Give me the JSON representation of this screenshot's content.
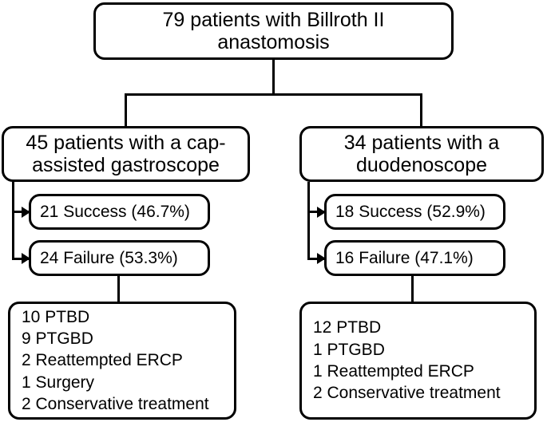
{
  "diagram": {
    "type": "flowchart",
    "title_node": "79 patients with Billroth II anastomosis",
    "root": {
      "label": "79 patients with Billroth II\nanastomosis",
      "count": 79
    },
    "branches": [
      {
        "id": "cap-assisted-gastroscope",
        "label": "45 patients with a cap-\nassisted gastroscope",
        "count": 45,
        "success": {
          "label": "21 Success (46.7%)",
          "count": 21,
          "percent": "46.7%"
        },
        "failure": {
          "label": "24 Failure (53.3%)",
          "count": 24,
          "percent": "53.3%"
        },
        "treatments": [
          "10 PTBD",
          "9 PTGBD",
          "2 Reattempted ERCP",
          "1 Surgery",
          "2 Conservative treatment"
        ]
      },
      {
        "id": "duodenoscope",
        "label": "34 patients with a\nduodenoscope",
        "count": 34,
        "success": {
          "label": "18 Success (52.9%)",
          "count": 18,
          "percent": "52.9%"
        },
        "failure": {
          "label": "16 Failure (47.1%)",
          "count": 16,
          "percent": "47.1%"
        },
        "treatments": [
          "12 PTBD",
          "1 PTGBD",
          "1 Reattempted ERCP",
          "2 Conservative treatment"
        ]
      }
    ],
    "colors": {
      "stroke": "#000000",
      "fill": "#ffffff",
      "text": "#000000"
    }
  }
}
